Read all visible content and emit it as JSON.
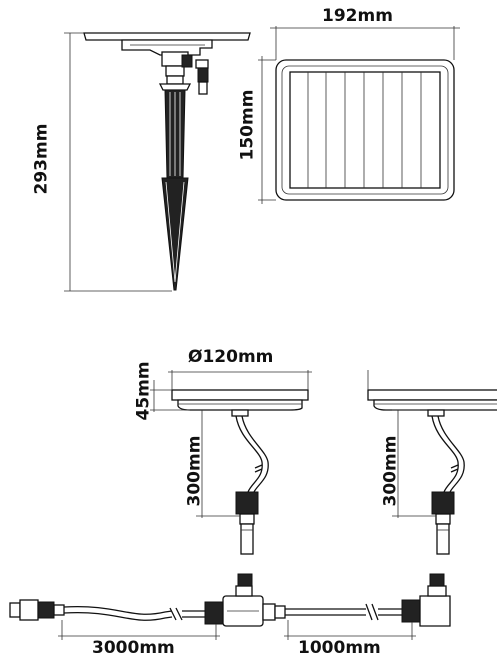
{
  "dimensions": {
    "panel_width": "192mm",
    "panel_height": "150mm",
    "stake_height": "293mm",
    "light_diameter": "Ø120mm",
    "light_height": "45mm",
    "cable_left": "300mm",
    "cable_right": "300mm",
    "cable_main": "3000mm",
    "cable_branch": "1000mm"
  }
}
